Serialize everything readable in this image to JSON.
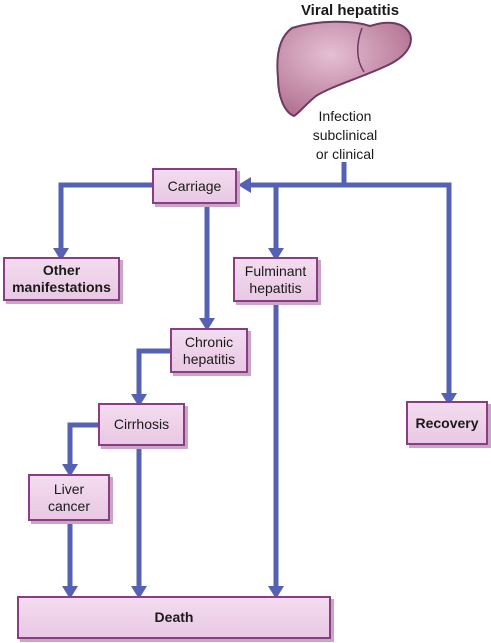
{
  "title": "Viral hepatitis",
  "infection_label": [
    "Infection",
    "subclinical",
    "or clinical"
  ],
  "nodes": {
    "carriage": "Carriage",
    "other_manifestations": [
      "Other",
      "manifestations"
    ],
    "fulminant_hepatitis": [
      "Fulminant",
      "hepatitis"
    ],
    "chronic_hepatitis": [
      "Chronic",
      "hepatitis"
    ],
    "cirrhosis": "Cirrhosis",
    "liver_cancer": [
      "Liver",
      "cancer"
    ],
    "recovery": "Recovery",
    "death": "Death"
  },
  "colors": {
    "arrow": "#5562b4",
    "box_border": "#8a3d84",
    "box_fill_top": "#f3dcef",
    "box_fill_bottom": "#e9c8e4",
    "liver_fill": "#c98fb1",
    "liver_outline": "#6e3a5f"
  },
  "icons": [
    "liver-illustration"
  ]
}
